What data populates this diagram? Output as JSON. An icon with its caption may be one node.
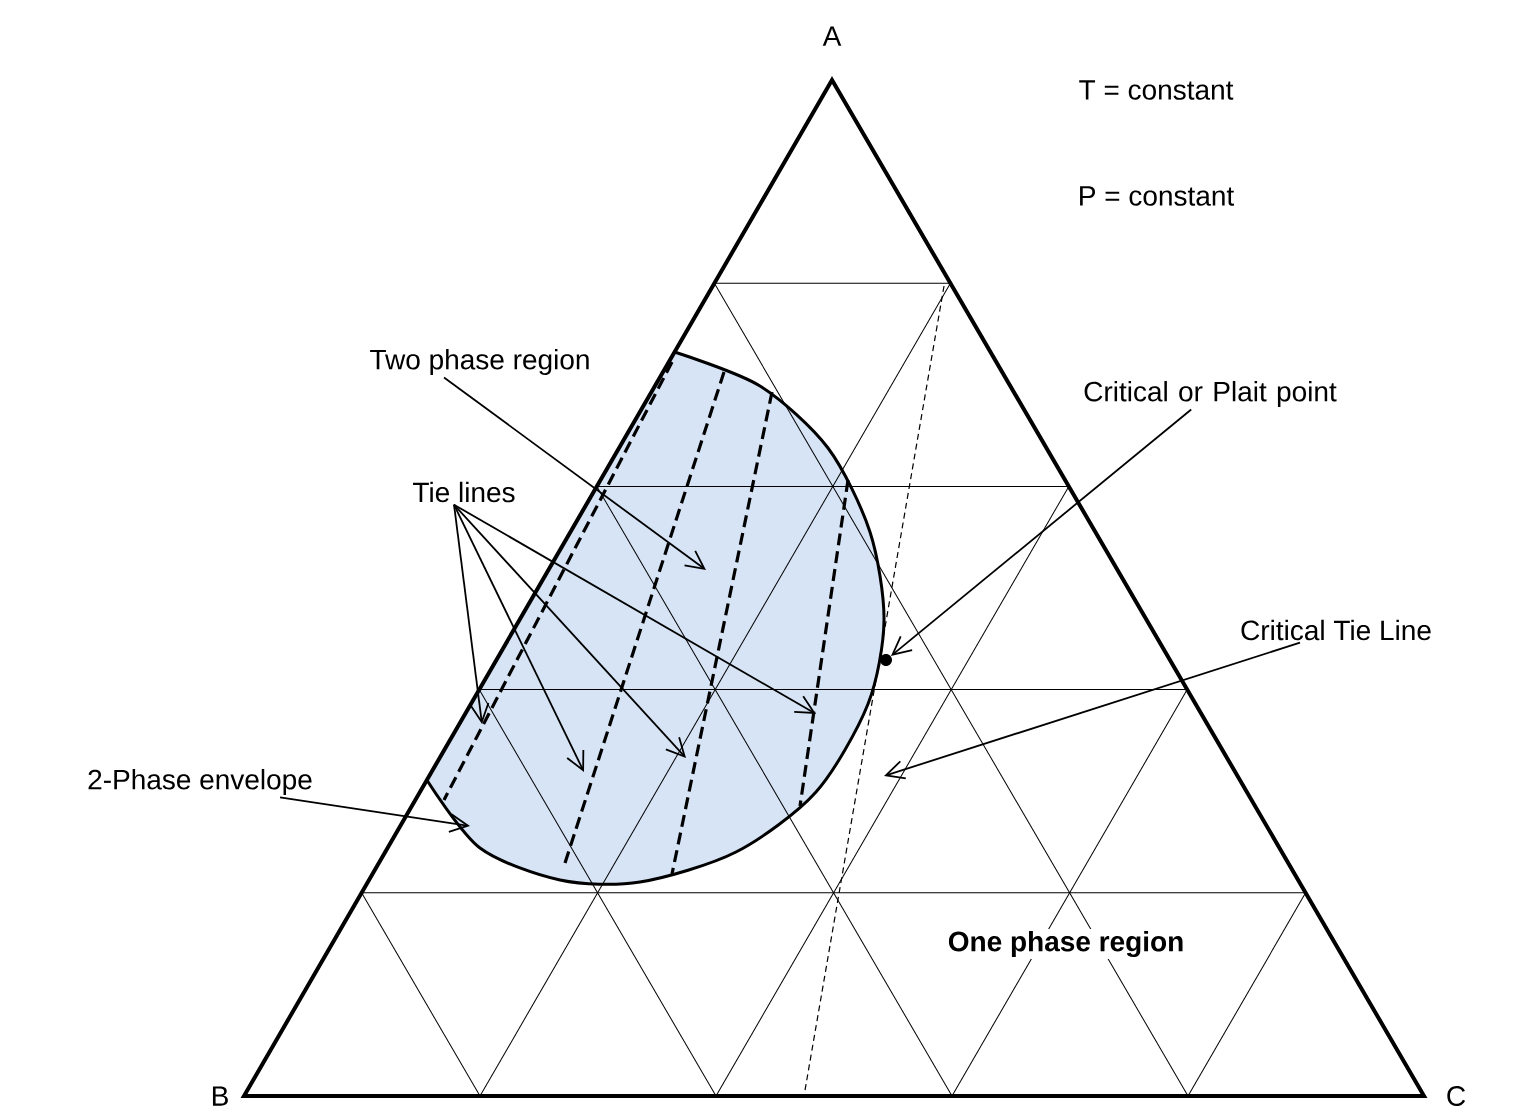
{
  "diagram": {
    "nodes": [
      {
        "text": [
          "Two phase region"
        ]
      },
      {
        "text": [
          "Tie lines"
        ]
      },
      {
        "text": [
          "Critical or Plait point"
        ]
      },
      {
        "text": [
          "Critical Tie Line"
        ]
      },
      {
        "text": [
          "2-Phase envelope"
        ]
      },
      {
        "text": [],
        "shape": "circle"
      }
    ],
    "edges": [
      {
        "from": 0,
        "to": null,
        "arrow": "to"
      },
      {
        "from": 1,
        "to": null,
        "arrow": "to"
      },
      {
        "from": 1,
        "to": null,
        "arrow": "to"
      },
      {
        "from": 1,
        "to": null,
        "arrow": "to"
      },
      {
        "from": 1,
        "to": null,
        "arrow": "to"
      },
      {
        "from": 2,
        "to": 5,
        "arrow": "to"
      },
      {
        "from": 3,
        "to": null,
        "arrow": "to"
      },
      {
        "from": 4,
        "to": null,
        "arrow": "to"
      }
    ],
    "labels": [
      "A",
      "T = constant",
      "P = constant",
      "One phase region",
      "B",
      "C"
    ]
  }
}
